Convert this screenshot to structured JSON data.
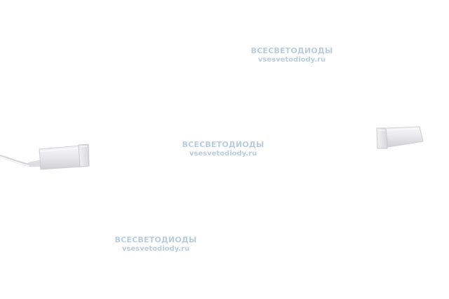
{
  "watermarks": [
    {
      "brand": "ВСЕСВЕТОДИОДЫ",
      "site": "vsesvetodiody.ru"
    },
    {
      "brand": "ВСЕСВЕТОДИОДЫ",
      "site": "vsesvetodiody.ru"
    },
    {
      "brand": "ВСЕСВЕТОДИОДЫ",
      "site": "vsesvetodiody.ru"
    }
  ],
  "colors": {
    "background": "#ffffff",
    "watermark": "#b9cde0",
    "plug_body": "#ececef",
    "cable": "#d4d4d8"
  }
}
